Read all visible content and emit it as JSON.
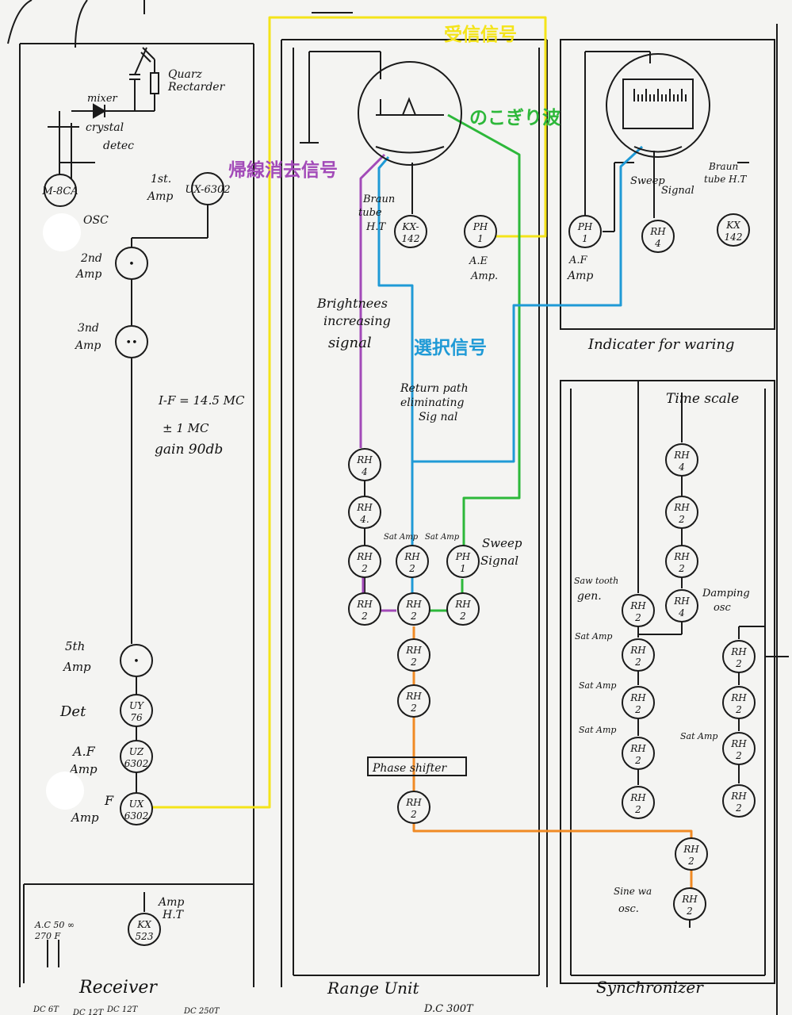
{
  "colors": {
    "ink": "#1a1a1a",
    "paper": "#f4f4f2",
    "received": "#f4e41a",
    "sawtooth": "#2db83a",
    "blanking": "#a24ab8",
    "select": "#1f9ad6",
    "sine": "#f08a24"
  },
  "signal_labels": {
    "received": "受信信号",
    "sawtooth": "のこぎり波",
    "blanking": "帰線消去信号",
    "select": "選択信号"
  },
  "receiver": {
    "title": "Receiver",
    "labels": {
      "mixer": "mixer",
      "quartz": "Quarz",
      "rectifier": "Rectarder",
      "crystal": "crystal",
      "detec": "detec",
      "osc": "OSC",
      "amp1": "1st.",
      "amp1b": "Amp",
      "amp2": "2nd",
      "amp2b": "Amp",
      "amp3": "3nd",
      "amp3b": "Amp",
      "if1": "I-F = 14.5 MC",
      "if2": "± 1 MC",
      "if3": "gain 90db",
      "amp5": "5th",
      "amp5b": "Amp",
      "det": "Det",
      "af": "A.F",
      "afb": "Amp",
      "pf": "F",
      "pfb": "Amp",
      "amp_ht1": "Amp",
      "amp_ht2": "H.T",
      "ac1": "A.C 50 ∞",
      "ac2": "270 F"
    },
    "tubes": {
      "osc": "M-8CA",
      "amp1": "UX-6302",
      "amp2": "•",
      "amp3": "••",
      "amp5": "•",
      "det": "UY 76",
      "af": "UZ 6302",
      "pf": "UX 6302",
      "rect": "KX 523"
    }
  },
  "range_unit": {
    "title": "Range  Unit",
    "labels": {
      "braun1": "Braun",
      "braun2": "tube",
      "braun3": "H.T",
      "ae1": "A.E",
      "ae2": "Amp.",
      "bright1": "Brightnees",
      "bright2": "increasing",
      "bright3": "signal",
      "ret1": "Return path",
      "ret2": "eliminating",
      "ret3": "Sig nal",
      "satamp1": "Sat Amp",
      "satamp2": "Sat Amp",
      "sweep1": "Sweep",
      "sweep2": "Signal",
      "phase": "Phase shifter"
    },
    "tubes": {
      "kx": "KX- 142",
      "ph_ae": "PH 1",
      "rh4a": "RH 4",
      "rh4b": "RH 4.",
      "rh2a": "RH 2",
      "rh2b": "RH 2",
      "ph_sweep": "PH 1",
      "rh2c": "RH 2",
      "rh2d": "RH 2",
      "rh2e": "RH 2",
      "rh2f": "RH 2",
      "rh2g": "RH 2",
      "rh2h": "RH 2"
    }
  },
  "indicator": {
    "title": "Indicater for waring",
    "labels": {
      "af1": "A.F",
      "af2": "Amp",
      "sweep1": "Sweep",
      "sweep2": "Signal",
      "braun1": "Braun",
      "braun2": "tube H.T"
    },
    "tubes": {
      "ph": "PH 1",
      "rh4": "RH 4",
      "kx": "KX 142"
    }
  },
  "synchronizer": {
    "title": "Synchronizer",
    "labels": {
      "time": "Time scale",
      "saw1": "Saw tooth",
      "saw2": "gen.",
      "damp1": "Damping",
      "damp2": "osc",
      "sat1": "Sat Amp",
      "sat2": "Sat Amp",
      "sat3": "Sat Amp",
      "sat4": "Sat Amp",
      "sine1": "Sine wa",
      "sine2": "osc."
    },
    "tubes": {
      "t1": "RH 4",
      "t2": "RH 2",
      "t3": "RH 2",
      "t4": "RH 4",
      "t5": "RH 2",
      "t6": "RH 2",
      "t7": "RH 2",
      "t8": "RH 2",
      "t9": "RH 2",
      "r1": "RH 2",
      "r2": "RH 2",
      "r3": "RH 2",
      "r4": "RH 2",
      "s1": "RH 2",
      "s2": "RH 2"
    }
  },
  "bottom": {
    "dc1": "DC 6T",
    "dc2": "DC 12T",
    "dc3": "DC 250T",
    "dc4": "DC 12T",
    "dc5": "D.C 300T"
  }
}
